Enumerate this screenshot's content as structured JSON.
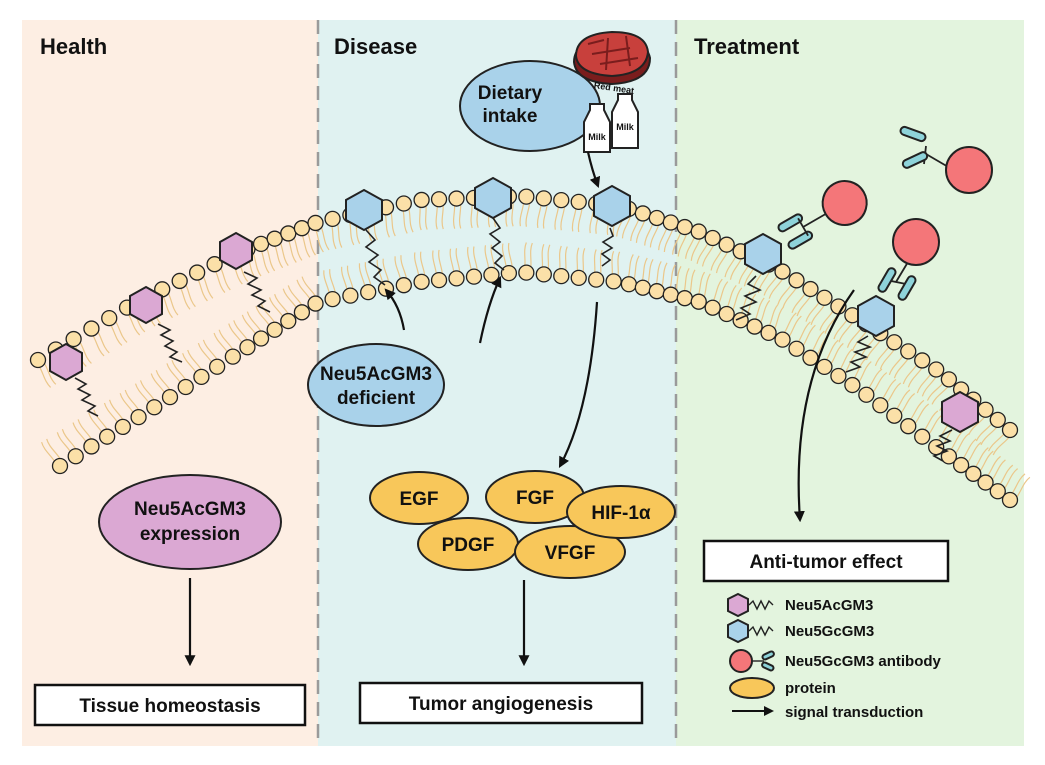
{
  "panels": [
    {
      "id": "health",
      "heading": "Health",
      "color": "#fdeee3"
    },
    {
      "id": "disease",
      "heading": "Disease",
      "color": "#e0f2f1"
    },
    {
      "id": "treatment",
      "heading": "Treatment",
      "color": "#e3f4de"
    }
  ],
  "nodes": {
    "dietary": [
      "Dietary",
      "intake"
    ],
    "red_meat": "Red meat",
    "milk": "Milk",
    "deficient": [
      "Neu5AcGM3",
      "deficient"
    ],
    "expression": [
      "Neu5AcGM3",
      "expression"
    ]
  },
  "proteins": [
    "EGF",
    "FGF",
    "HIF-1α",
    "PDGF",
    "VFGF"
  ],
  "outcomes": {
    "health": "Tissue homeostasis",
    "disease": "Tumor angiogenesis",
    "treatment": "Anti-tumor effect"
  },
  "legend": [
    {
      "icon": "neu5acgm3",
      "label": "Neu5AcGM3"
    },
    {
      "icon": "neu5gcgm3",
      "label": "Neu5GcGM3"
    },
    {
      "icon": "antibody",
      "label": "Neu5GcGM3 antibody"
    },
    {
      "icon": "protein",
      "label": "protein"
    },
    {
      "icon": "signal",
      "label": "signal transduction"
    }
  ],
  "colors": {
    "neu5acgm3": "#dba8d3",
    "neu5gcgm3": "#a9d2ea",
    "antibody_head": "#f47679",
    "antibody_arm": "#8ed3da",
    "protein": "#f8c75a",
    "lipid_head": "#fbe0a8",
    "lipid_tail": "#ebc78a",
    "meat": "#c8403c"
  }
}
